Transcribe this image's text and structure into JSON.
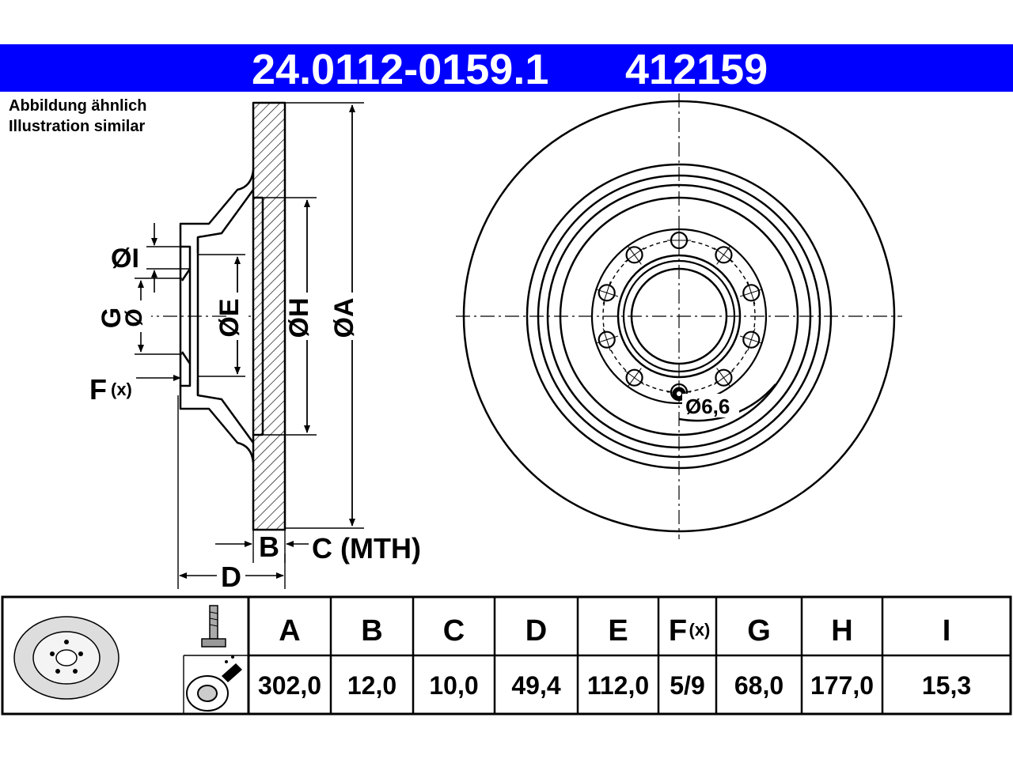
{
  "header": {
    "part_number": "24.0112-0159.1",
    "ref_number": "412159",
    "background_color": "#0000ff",
    "text_color": "#ffffff"
  },
  "notes": {
    "de": "Abbildung ähnlich",
    "en": "Illustration similar"
  },
  "section_view": {
    "labels": {
      "I": "ØI",
      "G": "G",
      "G_diam": "Ø",
      "F": "F",
      "F_sub": "(x)",
      "E": "ØE",
      "H": "ØH",
      "A": "ØA",
      "B": "B",
      "C": "C (MTH)",
      "D": "D"
    }
  },
  "front_view": {
    "hole_label": "Ø6,6",
    "bolt_holes": 10
  },
  "spec_table": {
    "icons": [
      "brake-disc-icon",
      "bolt-icon",
      "grease-icon"
    ],
    "headers": [
      "A",
      "B",
      "C",
      "D",
      "E",
      "F",
      "G",
      "H",
      "I"
    ],
    "header_F_sub": "(x)",
    "values": [
      "302,0",
      "12,0",
      "10,0",
      "49,4",
      "112,0",
      "5/9",
      "68,0",
      "177,0",
      "15,3"
    ]
  }
}
